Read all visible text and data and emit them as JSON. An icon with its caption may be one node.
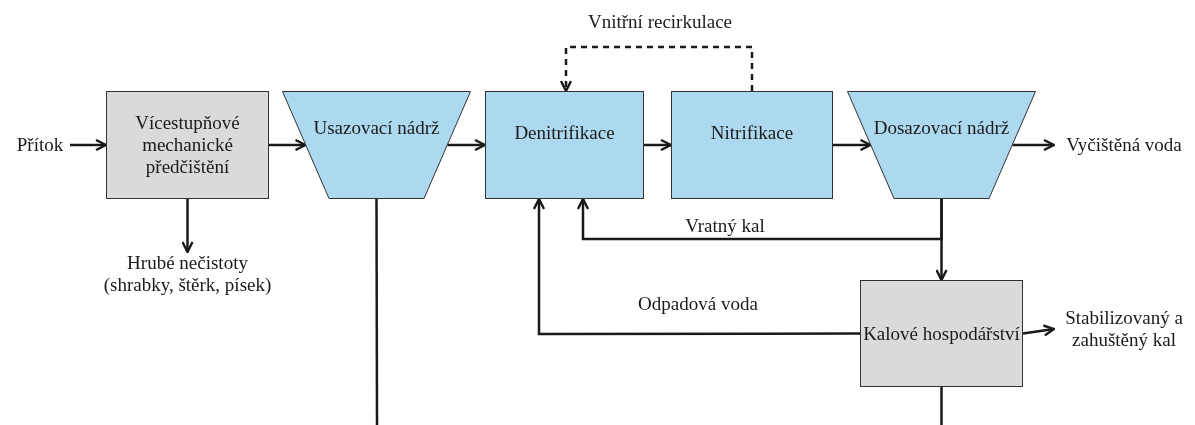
{
  "diagram": {
    "nodes": [
      {
        "text": [
          "Přítok"
        ]
      },
      {
        "text": [
          "Vícestupňové mechanické předčištění"
        ]
      },
      {
        "text": [
          "Hrubé nečistoty (shrabky, štěrk, písek)"
        ]
      },
      {
        "text": [
          "Usazovací nádrž"
        ]
      },
      {
        "text": [
          "Denitrifikace"
        ]
      },
      {
        "text": [
          "Nitrifikace"
        ]
      },
      {
        "text": [
          "Dosazovací nádrž"
        ]
      },
      {
        "text": [
          "Vyčištěná voda"
        ]
      },
      {
        "text": [
          "Kalové hospodářství"
        ]
      },
      {
        "text": [
          "Stabilizovaný a zahuštěný kal"
        ]
      }
    ],
    "edges": [
      {
        "from": 0,
        "to": 1,
        "arrow": "to"
      },
      {
        "from": 1,
        "to": 2,
        "arrow": "to"
      },
      {
        "from": 1,
        "to": 3,
        "arrow": "to"
      },
      {
        "from": 3,
        "to": 4,
        "arrow": "to"
      },
      {
        "from": 4,
        "to": 5,
        "arrow": "to"
      },
      {
        "from": 5,
        "to": 6,
        "arrow": "to"
      },
      {
        "from": 6,
        "to": 7,
        "arrow": "to"
      },
      {
        "from": 5,
        "to": 4,
        "arrow": "to",
        "label": "Vnitřní recirkulace",
        "style": "dashed"
      },
      {
        "from": 6,
        "to": 4,
        "arrow": "to",
        "label": "Vratný kal"
      },
      {
        "from": 6,
        "to": 8,
        "arrow": "to"
      },
      {
        "from": 8,
        "to": 4,
        "arrow": "to",
        "label": "Odpadová voda"
      },
      {
        "from": 8,
        "to": 9,
        "arrow": "to"
      },
      {
        "from": 3,
        "to": null,
        "arrow": "none"
      },
      {
        "from": null,
        "to": 8,
        "arrow": "to"
      }
    ]
  }
}
